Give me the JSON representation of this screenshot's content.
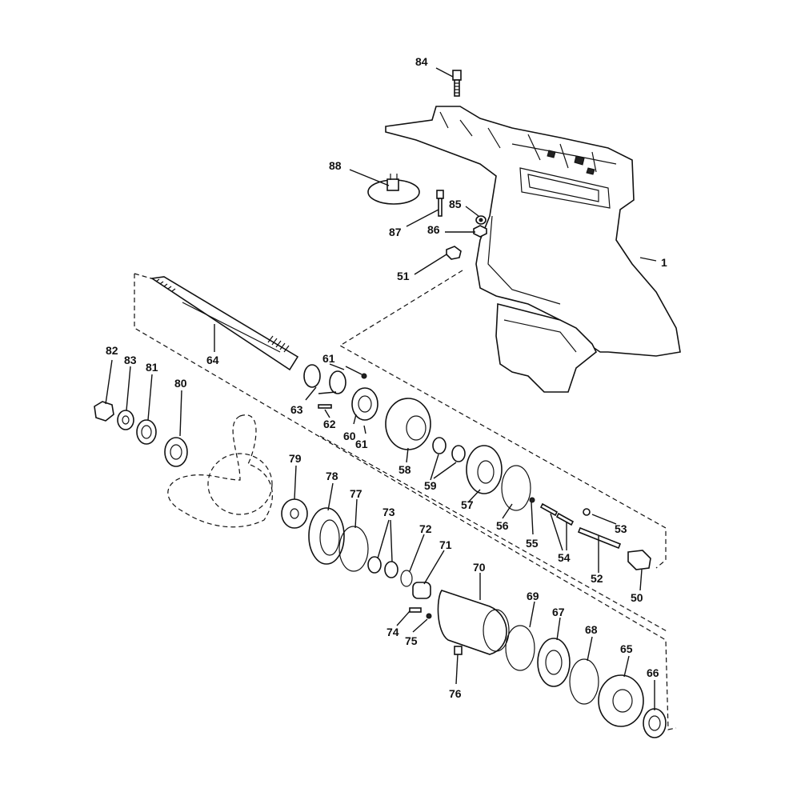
{
  "diagram": {
    "labels": {
      "p1": "1",
      "p50": "50",
      "p51": "51",
      "p52": "52",
      "p53": "53",
      "p54": "54",
      "p55": "55",
      "p56": "56",
      "p57": "57",
      "p58": "58",
      "p59": "59",
      "p60": "60",
      "p61a": "61",
      "p61b": "61",
      "p62": "62",
      "p63": "63",
      "p64": "64",
      "p65": "65",
      "p66": "66",
      "p67": "67",
      "p68": "68",
      "p69": "69",
      "p70": "70",
      "p71": "71",
      "p72": "72",
      "p73": "73",
      "p74": "74",
      "p75": "75",
      "p76": "76",
      "p77": "77",
      "p78": "78",
      "p79": "79",
      "p80": "80",
      "p81": "81",
      "p82": "82",
      "p83": "83",
      "p84": "84",
      "p85": "85",
      "p86": "86",
      "p87": "87",
      "p88": "88"
    }
  }
}
